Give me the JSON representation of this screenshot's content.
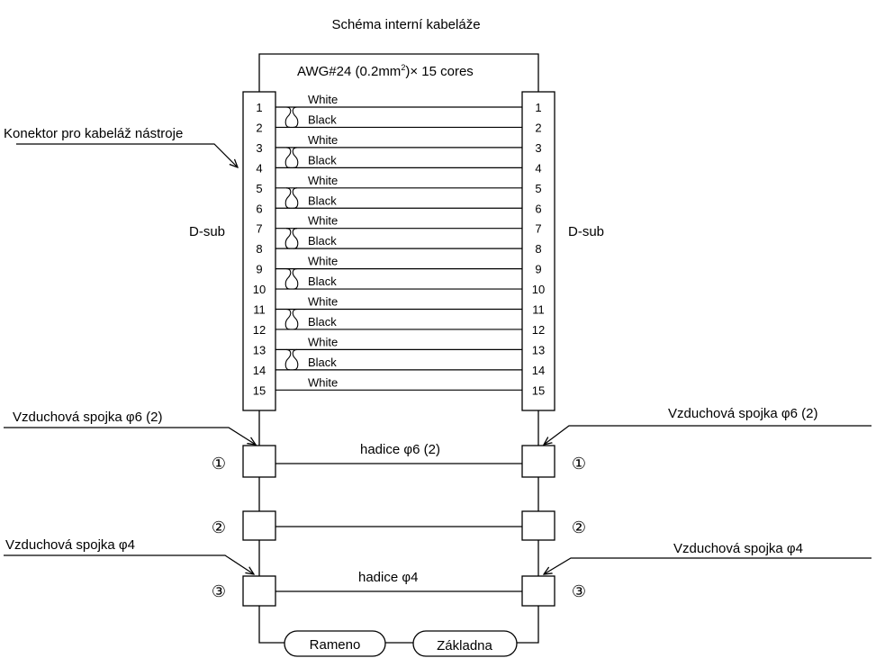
{
  "title": "Schéma interní kabeláže",
  "cable_spec": {
    "text": "AWG#24 (0.2mm",
    "sup": "2",
    "suffix": ")× 15 cores"
  },
  "left_connector": {
    "label": "D-sub",
    "callout": "Konektor pro kabeláž nástroje"
  },
  "right_connector": {
    "label": "D-sub"
  },
  "pins": [
    "1",
    "2",
    "3",
    "4",
    "5",
    "6",
    "7",
    "8",
    "9",
    "10",
    "11",
    "12",
    "13",
    "14",
    "15"
  ],
  "wires": [
    "White",
    "Black",
    "White",
    "Black",
    "White",
    "Black",
    "White",
    "Black",
    "White",
    "Black",
    "White",
    "Black",
    "White",
    "Black",
    "White"
  ],
  "air_couplings": {
    "top_left": "Vzduchová spojka φ6 (2)",
    "top_right": "Vzduchová spojka φ6 (2)",
    "bottom_left": "Vzduchová spojka φ4",
    "bottom_right": "Vzduchová spojka φ4"
  },
  "hoses": {
    "h1": "hadice φ6 (2)",
    "h3": "hadice φ4"
  },
  "ports": {
    "p1": "①",
    "p2": "②",
    "p3": "③"
  },
  "sections": {
    "arm": "Rameno",
    "base": "Základna"
  }
}
